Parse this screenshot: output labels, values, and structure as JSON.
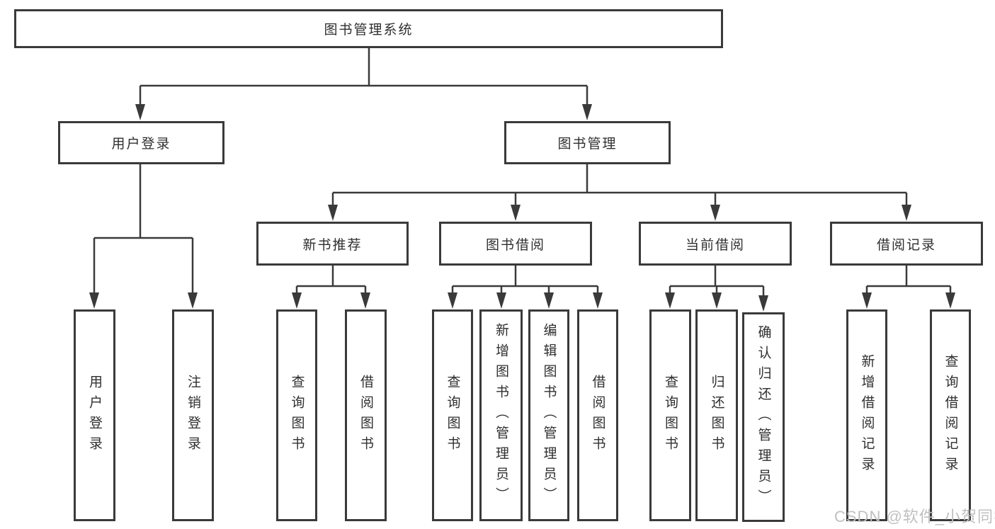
{
  "diagram": {
    "tree": {
      "root": {
        "label": "图书管理系统"
      },
      "branches": [
        {
          "label": "用户登录",
          "children": [
            {
              "label": "用户登录"
            },
            {
              "label": "注销登录"
            }
          ]
        },
        {
          "label": "图书管理",
          "children": [
            {
              "label": "新书推荐",
              "children": [
                {
                  "label": "查询图书"
                },
                {
                  "label": "借阅图书"
                }
              ]
            },
            {
              "label": "图书借阅",
              "children": [
                {
                  "label": "查询图书"
                },
                {
                  "label": "新增图书（管理员）"
                },
                {
                  "label": "编辑图书（管理员）"
                },
                {
                  "label": "借阅图书"
                }
              ]
            },
            {
              "label": "当前借阅",
              "children": [
                {
                  "label": "查询图书"
                },
                {
                  "label": "归还图书"
                },
                {
                  "label": "确认归还（管理员）"
                }
              ]
            },
            {
              "label": "借阅记录",
              "children": [
                {
                  "label": "新增借阅记录"
                },
                {
                  "label": "查询借阅记录"
                }
              ]
            }
          ]
        }
      ]
    },
    "colors": {
      "line": "#3a3a3a",
      "text": "#2f2f2f",
      "background": "#ffffff",
      "watermark": "#c0c0c0"
    }
  },
  "watermark": {
    "text": "CSDN @软件_小贺同学"
  }
}
